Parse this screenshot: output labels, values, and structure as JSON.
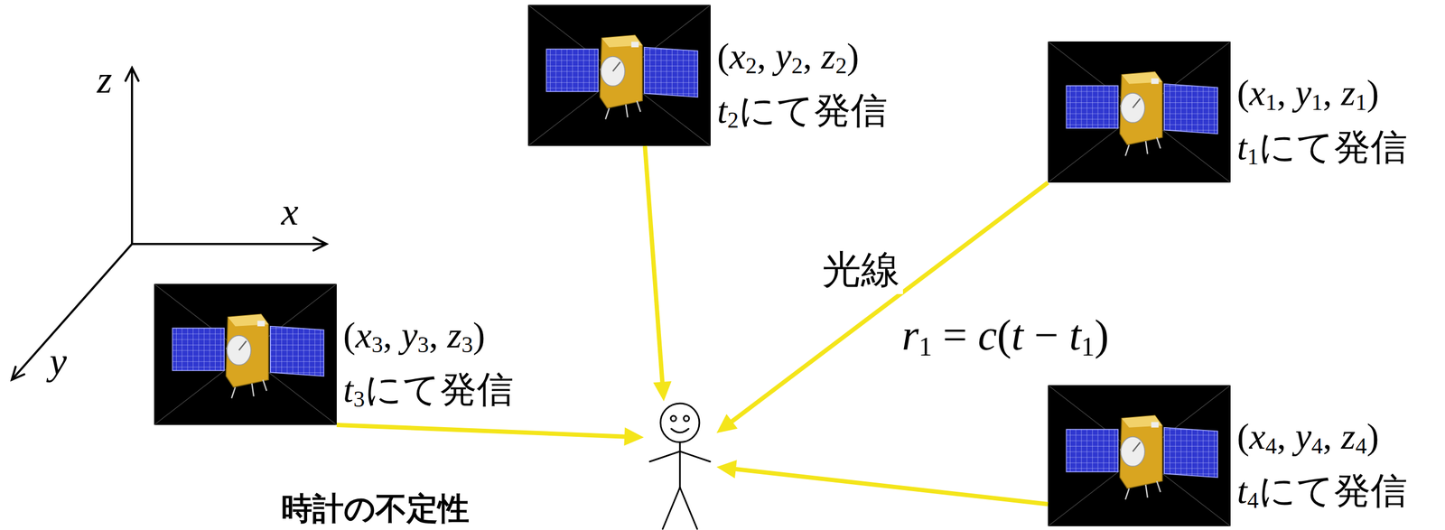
{
  "diagram": {
    "nodes": [
      {
        "text": [
          "(x2, y2, z2)",
          "t2にて発信"
        ]
      },
      {
        "text": [
          "(x1, y1, z1)",
          "t1にて発信"
        ]
      },
      {
        "text": [
          "(x3, y3, z3)",
          "t3にて発信"
        ]
      },
      {
        "text": [
          "(x4, y4, z4)",
          "t4にて発信"
        ]
      },
      {
        "text": []
      }
    ],
    "edges": [
      {
        "from": 0,
        "to": 4,
        "arrow": "to"
      },
      {
        "from": 1,
        "to": 4,
        "label": "光線",
        "arrow": "to"
      },
      {
        "from": 2,
        "to": 4,
        "arrow": "to"
      },
      {
        "from": 3,
        "to": 4,
        "arrow": "to"
      }
    ],
    "labels": [
      "z",
      "x",
      "y",
      "r1 = c(t − t1)",
      "時計の不定性"
    ]
  }
}
